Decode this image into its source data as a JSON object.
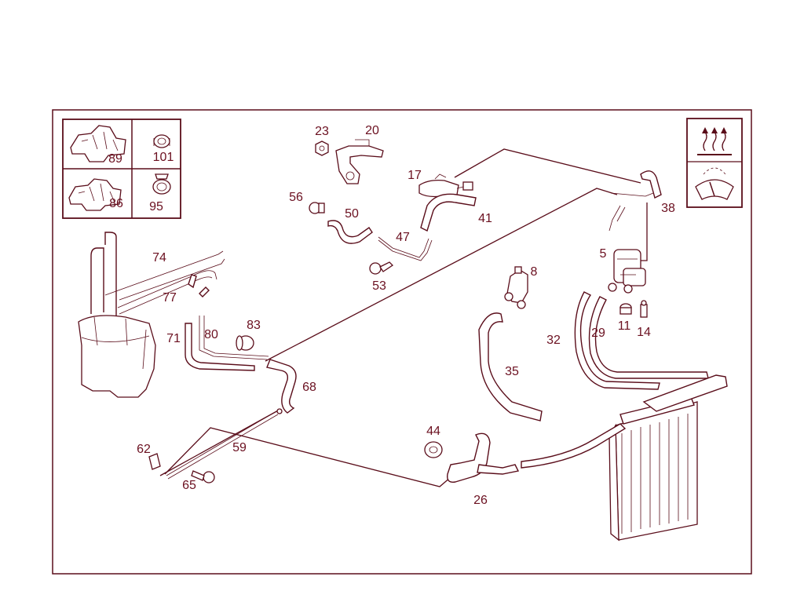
{
  "diagram": {
    "callouts": [
      "89",
      "101",
      "86",
      "95",
      "23",
      "20",
      "17",
      "41",
      "56",
      "50",
      "47",
      "53",
      "74",
      "77",
      "71",
      "80",
      "83",
      "68",
      "62",
      "59",
      "65",
      "44",
      "26",
      "35",
      "8",
      "32",
      "29",
      "5",
      "11",
      "14",
      "38"
    ]
  },
  "colors": {
    "line": "#5a0d1a",
    "label": "#6b1020",
    "background": "#ffffff"
  },
  "icons": [
    "heater-airflow-icon",
    "windshield-defrost-icon"
  ]
}
